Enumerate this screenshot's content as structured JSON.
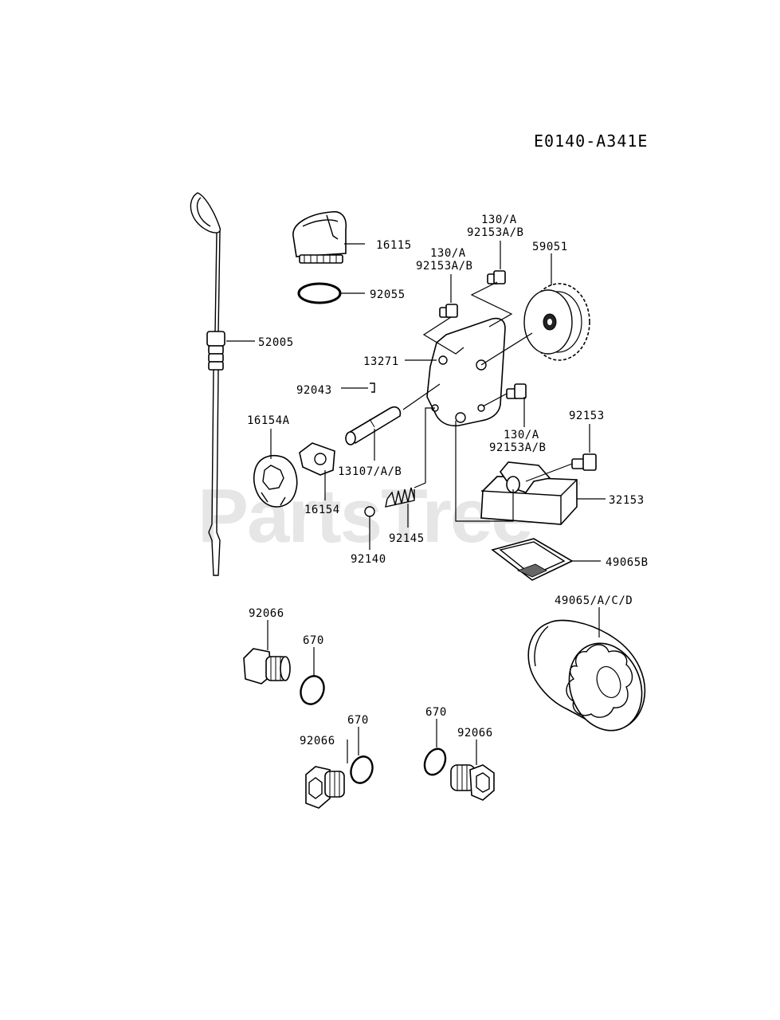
{
  "diagram_code": "E0140-A341E",
  "watermark": {
    "text": "PartsTree",
    "trademark": "™"
  },
  "callouts": {
    "c16115": "16115",
    "c92055": "92055",
    "c52005": "52005",
    "c130a_1": "130/A",
    "c92153ab_1": "92153A/B",
    "c130a_2": "130/A",
    "c92153ab_2": "92153A/B",
    "c59051": "59051",
    "c13271": "13271",
    "c92043": "92043",
    "c16154a": "16154A",
    "c130a_3": "130/A",
    "c92153ab_3": "92153A/B",
    "c92153": "92153",
    "c13107ab": "13107/A/B",
    "c16154": "16154",
    "c32153": "32153",
    "c92145": "92145",
    "c92140": "92140",
    "c49065b": "49065B",
    "c49065acd": "49065/A/C/D",
    "c92066_1": "92066",
    "c670_1": "670",
    "c670_2": "670",
    "c92066_2": "92066",
    "c670_3": "670",
    "c92066_3": "92066"
  }
}
